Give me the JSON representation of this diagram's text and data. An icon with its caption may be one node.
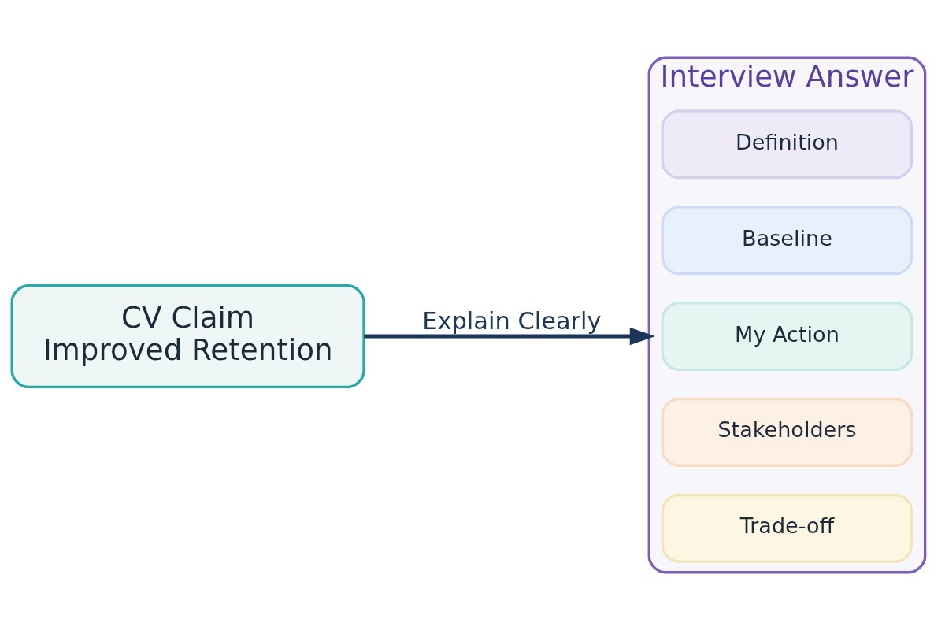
{
  "diagram": {
    "nodes": [
      {
        "text": [
          "CV Claim",
          "Improved Retention"
        ]
      },
      {
        "text": [
          "Interview Answer"
        ]
      },
      {
        "text": [
          "Definition"
        ],
        "in": 1
      },
      {
        "text": [
          "Baseline"
        ],
        "in": 1
      },
      {
        "text": [
          "My Action"
        ],
        "in": 1
      },
      {
        "text": [
          "Stakeholders"
        ],
        "in": 1
      },
      {
        "text": [
          "Trade-off"
        ],
        "in": 1
      }
    ],
    "edges": [
      {
        "from": 0,
        "to": 1,
        "arrow": "to",
        "label": "Explain Clearly"
      }
    ]
  }
}
